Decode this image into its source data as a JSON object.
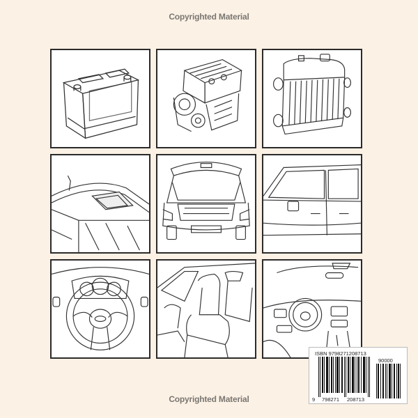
{
  "page": {
    "background_color": "#fbf1e4",
    "watermark_top": "Copyrighted Material",
    "watermark_bottom": "Copyrighted Material"
  },
  "grid": {
    "panels": [
      {
        "row": 1,
        "col": 1,
        "subject": "car battery"
      },
      {
        "row": 1,
        "col": 2,
        "subject": "car engine"
      },
      {
        "row": 1,
        "col": 3,
        "subject": "radiator"
      },
      {
        "row": 2,
        "col": 1,
        "subject": "car roof with sunroof and antenna"
      },
      {
        "row": 2,
        "col": 2,
        "subject": "hatchback rear with open trunk"
      },
      {
        "row": 2,
        "col": 3,
        "subject": "car side doors and windows"
      },
      {
        "row": 3,
        "col": 1,
        "subject": "steering wheel and dashboard gauges"
      },
      {
        "row": 3,
        "col": 2,
        "subject": "front car seats interior"
      },
      {
        "row": 3,
        "col": 3,
        "subject": "car interior dashboard view"
      }
    ]
  },
  "barcode": {
    "isbn_label": "ISBN 9798271208713",
    "addon_code": "90000",
    "digit_prefix": "9",
    "digit_group1": "798271",
    "digit_group2": "208713"
  }
}
